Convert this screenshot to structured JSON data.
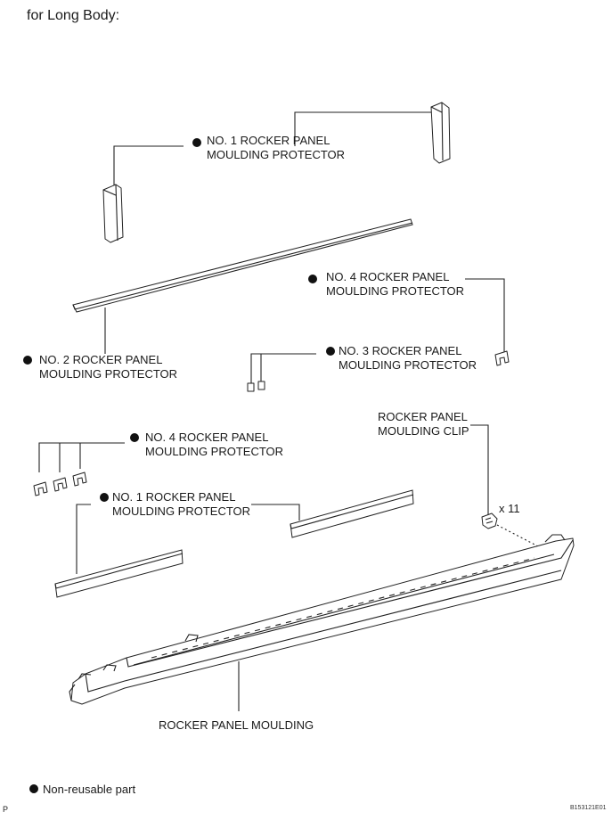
{
  "title": "for Long Body:",
  "labels": {
    "no1_top": [
      "NO. 1 ROCKER PANEL",
      "MOULDING PROTECTOR"
    ],
    "no4_right": [
      "NO. 4 ROCKER PANEL",
      "MOULDING PROTECTOR"
    ],
    "no2": [
      "NO. 2 ROCKER PANEL",
      "MOULDING PROTECTOR"
    ],
    "no3": [
      "NO. 3 ROCKER PANEL",
      "MOULDING PROTECTOR"
    ],
    "no4_left": [
      "NO. 4 ROCKER PANEL",
      "MOULDING PROTECTOR"
    ],
    "no1_lower": [
      "NO. 1 ROCKER PANEL",
      "MOULDING PROTECTOR"
    ],
    "clip": [
      "ROCKER PANEL",
      "MOULDING CLIP"
    ],
    "clip_qty": "x 11",
    "moulding": "ROCKER PANEL MOULDING"
  },
  "legend": {
    "text": "Non-reusable part"
  },
  "footer": {
    "left": "P",
    "code": "B153121E01"
  },
  "colors": {
    "line": "#222222",
    "bullet": "#111111"
  }
}
